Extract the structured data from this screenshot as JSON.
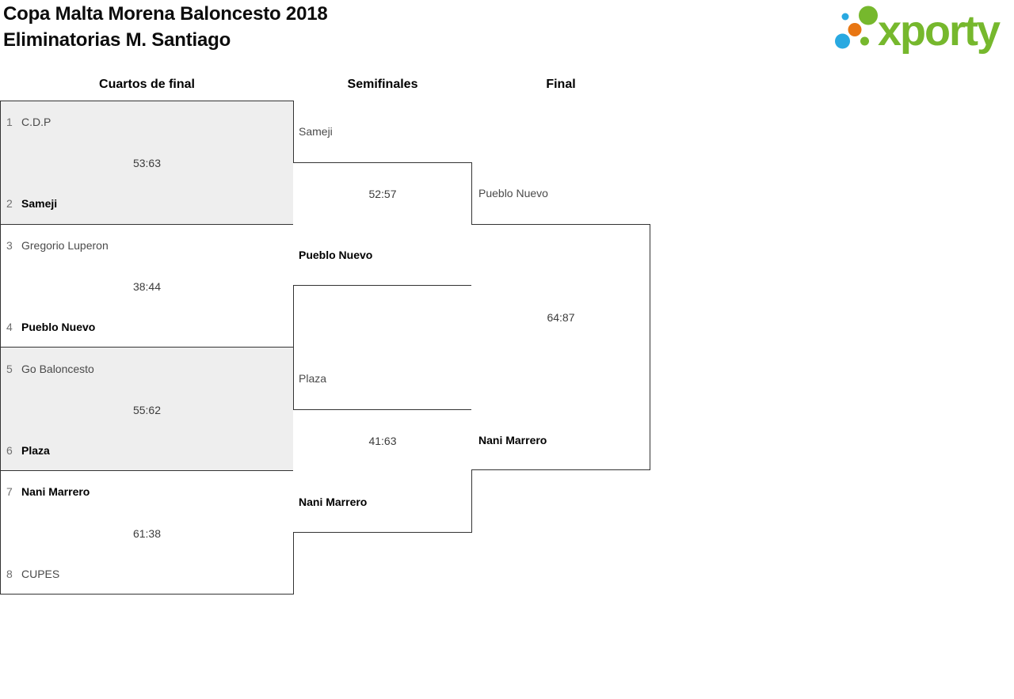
{
  "header": {
    "title_line1": "Copa Malta Morena Baloncesto 2018",
    "title_line2": "Eliminatorias M. Santiago"
  },
  "logo": {
    "text": "xporty",
    "green": "#76b82d",
    "blue": "#29a9e1",
    "orange": "#e87613"
  },
  "rounds": [
    {
      "label": "Cuartos de final"
    },
    {
      "label": "Semifinales"
    },
    {
      "label": "Final"
    }
  ],
  "matches": {
    "quarterfinals": [
      {
        "seed1": "1",
        "team1": "C.D.P",
        "seed2": "2",
        "team2": "Sameji",
        "score": "53:63",
        "winner": "team2"
      },
      {
        "seed1": "3",
        "team1": "Gregorio Luperon",
        "seed2": "4",
        "team2": "Pueblo Nuevo",
        "score": "38:44",
        "winner": "team2"
      },
      {
        "seed1": "5",
        "team1": "Go Baloncesto",
        "seed2": "6",
        "team2": "Plaza",
        "score": "55:62",
        "winner": "team2"
      },
      {
        "seed1": "7",
        "team1": "Nani Marrero",
        "seed2": "8",
        "team2": "CUPES",
        "score": "61:38",
        "winner": "team1"
      }
    ],
    "semifinals": [
      {
        "team1": "Sameji",
        "team2": "Pueblo Nuevo",
        "score": "52:57",
        "winner": "team2"
      },
      {
        "team1": "Plaza",
        "team2": "Nani Marrero",
        "score": "41:63",
        "winner": "team2"
      }
    ],
    "final": {
      "team1": "Pueblo Nuevo",
      "team2": "Nani Marrero",
      "score": "64:87",
      "winner": "team2"
    }
  }
}
